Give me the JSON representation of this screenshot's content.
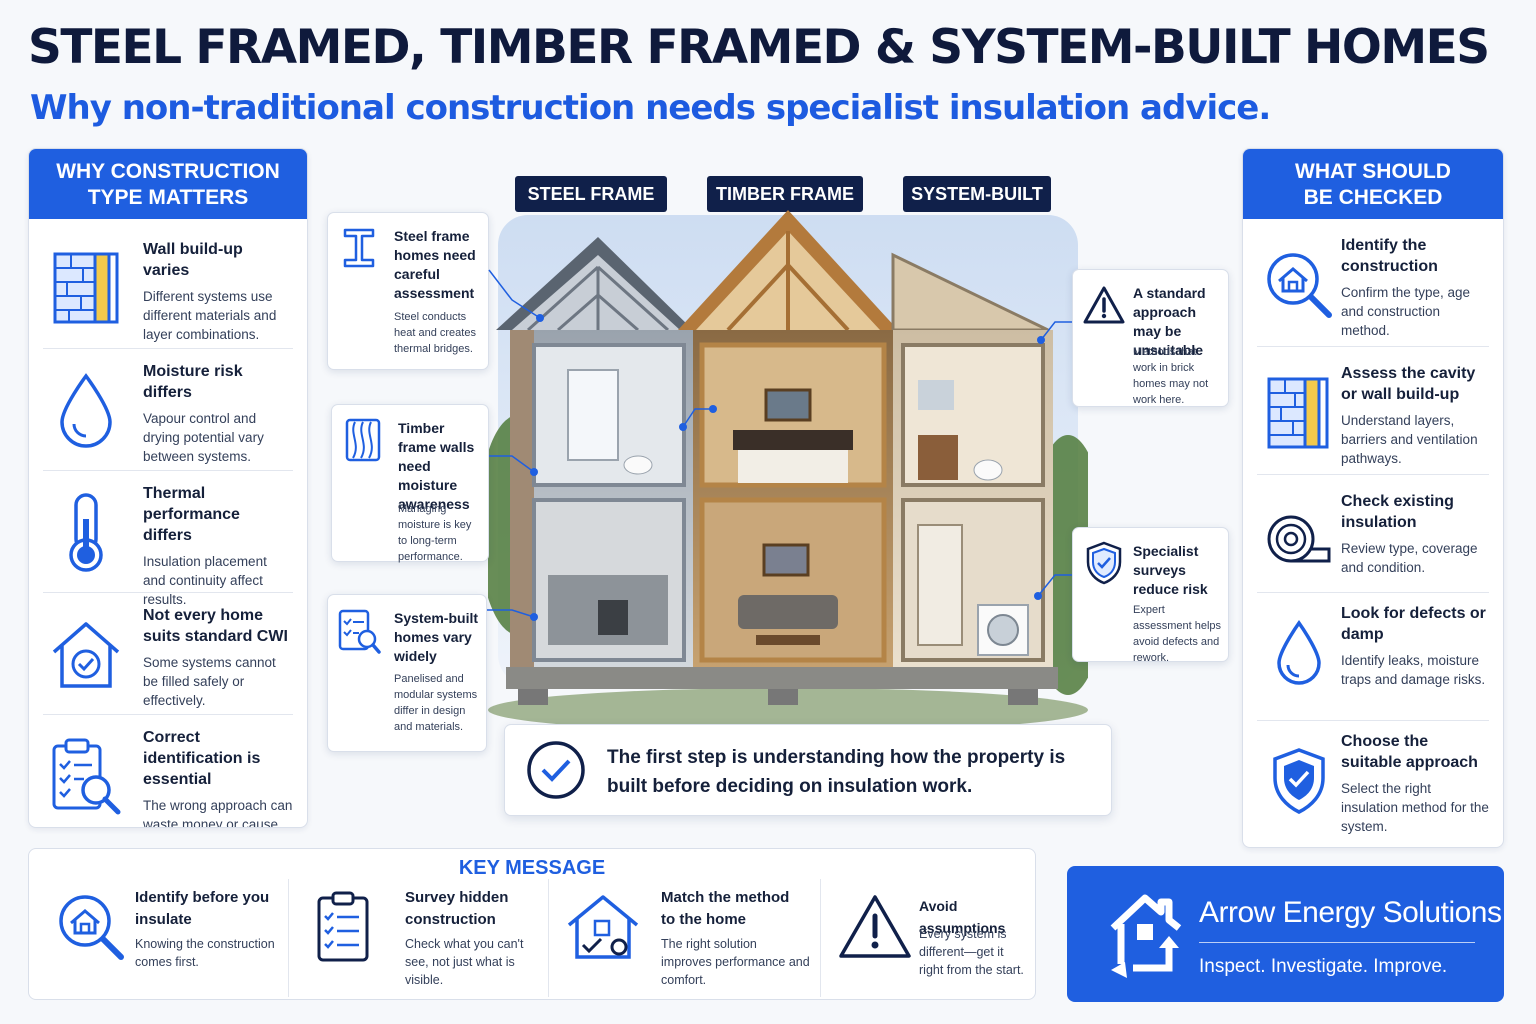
{
  "header": {
    "title": "STEEL FRAMED, TIMBER FRAMED & SYSTEM-BUILT HOMES",
    "subtitle": "Why non-traditional construction needs specialist insulation advice."
  },
  "left_panel": {
    "heading": "WHY CONSTRUCTION TYPE MATTERS",
    "items": [
      {
        "title": "Wall build-up varies",
        "body": "Different systems use different materials and layer combinations.",
        "icon": "wall-layers-icon"
      },
      {
        "title": "Moisture risk differs",
        "body": "Vapour control and drying potential vary between systems.",
        "icon": "water-drop-icon"
      },
      {
        "title": "Thermal performance differs",
        "body": "Insulation placement and continuity affect results.",
        "icon": "thermometer-icon"
      },
      {
        "title": "Not every home suits standard CWI",
        "body": "Some systems cannot be filled safely or effectively.",
        "icon": "house-check-icon"
      },
      {
        "title": "Correct identification is essential",
        "body": "The wrong approach can waste money or cause damage.",
        "icon": "clipboard-search-icon"
      }
    ]
  },
  "frame_labels": [
    "STEEL FRAME",
    "TIMBER FRAME",
    "SYSTEM-BUILT"
  ],
  "callouts_left": [
    {
      "title": "Steel frame homes need careful assessment",
      "body": "Steel conducts heat and creates thermal bridges.",
      "icon": "steel-beam-icon"
    },
    {
      "title": "Timber frame walls need moisture awareness",
      "body": "Managing moisture is key to long-term performance.",
      "icon": "wood-grain-icon"
    },
    {
      "title": "System-built homes vary widely",
      "body": "Panelised and modular systems differ in design and materials.",
      "icon": "checklist-search-icon"
    }
  ],
  "callouts_right": [
    {
      "title": "A standard approach may be unsuitable",
      "body": "Methods that work in brick homes may not work here.",
      "icon": "warning-icon"
    },
    {
      "title": "Specialist surveys reduce risk",
      "body": "Expert assessment helps avoid defects and rework.",
      "icon": "shield-check-icon"
    }
  ],
  "first_step": {
    "text": "The first step is understanding how the property is built before deciding on insulation work.",
    "icon": "check-circle-icon"
  },
  "right_panel": {
    "heading": "WHAT SHOULD BE CHECKED",
    "items": [
      {
        "title": "Identify the construction",
        "body": "Confirm the type, age and construction method.",
        "icon": "house-search-icon"
      },
      {
        "title": "Assess the cavity or wall build-up",
        "body": "Understand layers, barriers and ventilation pathways.",
        "icon": "wall-layers-icon"
      },
      {
        "title": "Check existing insulation",
        "body": "Review type, coverage and condition.",
        "icon": "insulation-roll-icon"
      },
      {
        "title": "Look for defects or damp",
        "body": "Identify leaks, moisture traps and damage risks.",
        "icon": "water-drop-icon"
      },
      {
        "title": "Choose the suitable approach",
        "body": "Select the right insulation method for the system.",
        "icon": "shield-check-icon"
      }
    ]
  },
  "key_message": {
    "heading": "KEY MESSAGE",
    "items": [
      {
        "title": "Identify before you insulate",
        "body": "Knowing the construction comes first.",
        "icon": "house-search-icon"
      },
      {
        "title": "Survey hidden construction",
        "body": "Check what you can't see, not just what is visible.",
        "icon": "clipboard-list-icon"
      },
      {
        "title": "Match the method to the home",
        "body": "The right solution improves performance and comfort.",
        "icon": "house-tools-icon"
      },
      {
        "title": "Avoid assumptions",
        "body": "Every system is different—get it right from the start.",
        "icon": "warning-icon"
      }
    ]
  },
  "brand": {
    "name": "Arrow Energy Solutions",
    "tagline": "Inspect. Investigate. Improve.",
    "icon": "house-arrows-logo-icon"
  },
  "colors": {
    "accent": "#1f5fe0",
    "navy": "#10204a",
    "text": "#15203a"
  }
}
